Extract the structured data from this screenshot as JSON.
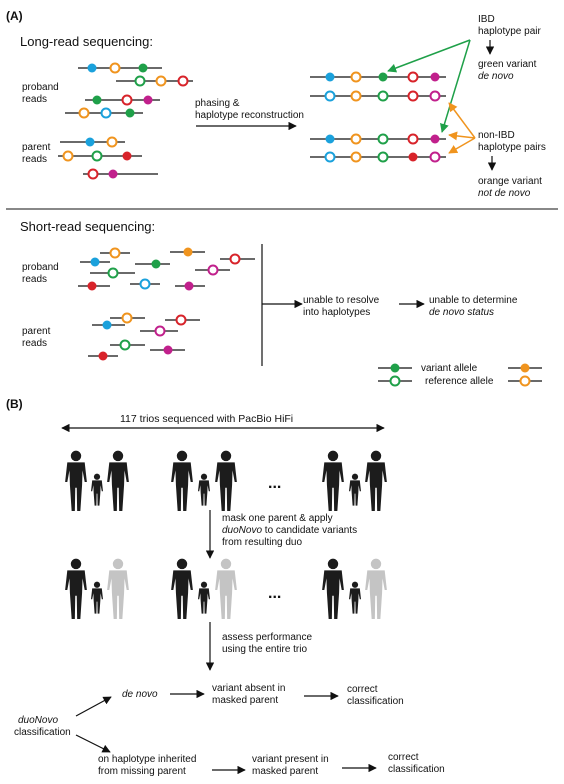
{
  "panelA": {
    "label": "(A)",
    "long_read_heading": "Long-read sequencing:",
    "proband_reads": [
      "proband",
      "reads"
    ],
    "parent_reads": [
      "parent",
      "reads"
    ],
    "phasing": [
      "phasing &",
      "haplotype reconstruction"
    ],
    "ibd": [
      "IBD",
      "haplotype pair"
    ],
    "green_result": [
      "green variant",
      "de novo"
    ],
    "nonibd": [
      "non-IBD",
      "haplotype pairs"
    ],
    "orange_result": [
      "orange variant",
      "not de novo"
    ],
    "short_read_heading": "Short-read sequencing:",
    "proband_reads_short": [
      "proband",
      "reads"
    ],
    "parent_reads_short": [
      "parent",
      "reads"
    ],
    "unable_resolve": [
      "unable to resolve",
      "into haplotypes"
    ],
    "unable_determine": [
      "unable to determine",
      "de novo status"
    ],
    "legend": {
      "variant": "variant allele",
      "reference": "reference allele"
    }
  },
  "panelB": {
    "label": "(B)",
    "trios_label": "117 trios sequenced with PacBio HiFi",
    "ellipsis": "...",
    "mask_step": [
      "mask one parent & apply",
      "duoNovo",
      " to candidate variants",
      "from resulting duo"
    ],
    "assess_step": [
      "assess performance",
      "using the entire trio"
    ],
    "classification": [
      "duoNovo",
      "classification"
    ],
    "denovo": "de novo",
    "absent": [
      "variant absent in",
      "masked parent"
    ],
    "inherited": [
      "on haplotype inherited",
      "from missing parent"
    ],
    "present": [
      "variant present in",
      "masked parent"
    ],
    "correct1": [
      "correct",
      "classification"
    ],
    "correct2": [
      "correct",
      "classification"
    ]
  },
  "colors": {
    "green": "#1fa049",
    "orange": "#f0941e",
    "blue": "#1aa1dc",
    "magenta": "#c1208c",
    "red": "#d8232a",
    "arrow_green": "#1fa049",
    "arrow_orange": "#f0941e",
    "figure_dark": "#1c1c1c",
    "figure_grey": "#c4c4c4"
  }
}
